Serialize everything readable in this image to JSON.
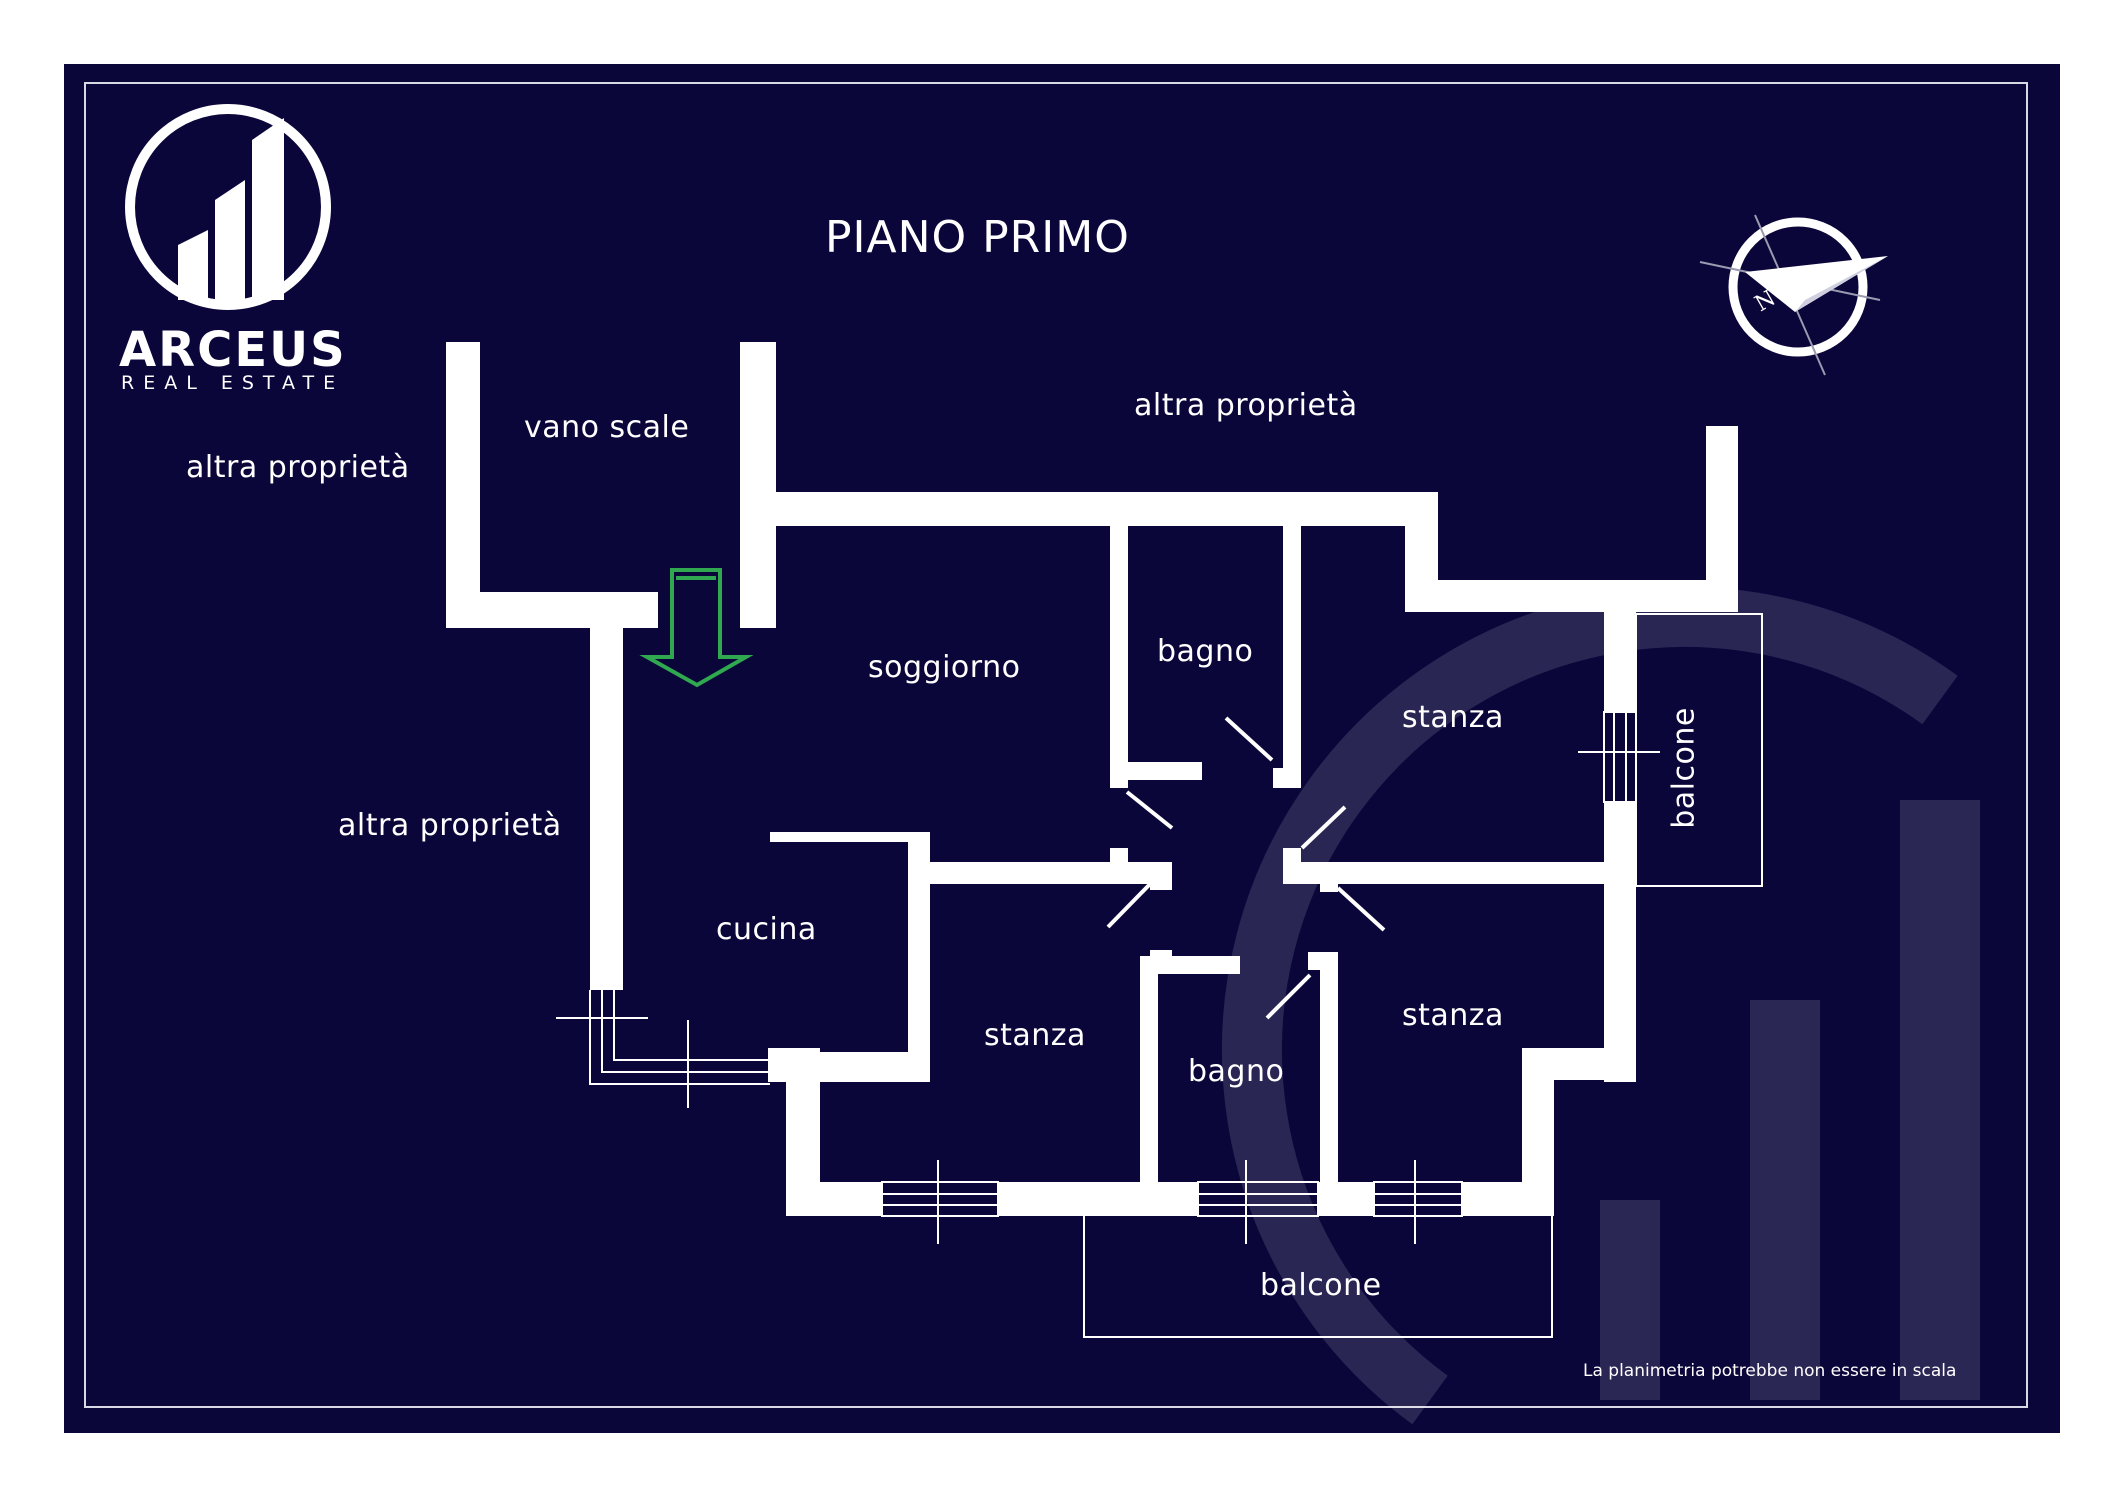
{
  "logo": {
    "name": "ARCEUS",
    "subtitle": "REAL ESTATE"
  },
  "title": "PIANO PRIMO",
  "labels": {
    "vano_scale": "vano scale",
    "altra_top_left": "altra proprietà",
    "altra_top": "altra proprietà",
    "altra_left": "altra proprietà",
    "soggiorno": "soggiorno",
    "bagno_top": "bagno",
    "stanza_right_top": "stanza",
    "balcone_right": "balcone",
    "cucina": "cucina",
    "stanza_bottom_left": "stanza",
    "bagno_bottom": "bagno",
    "stanza_bottom_right": "stanza",
    "balcone_bottom": "balcone"
  },
  "note": "La planimetria potrebbe non essere in scala",
  "colors": {
    "background": "#0b063a",
    "wall": "#ffffff",
    "entrance_arrow": "#2fa84f"
  },
  "icons": {
    "compass": "compass-icon",
    "entrance": "entrance-arrow-icon"
  }
}
